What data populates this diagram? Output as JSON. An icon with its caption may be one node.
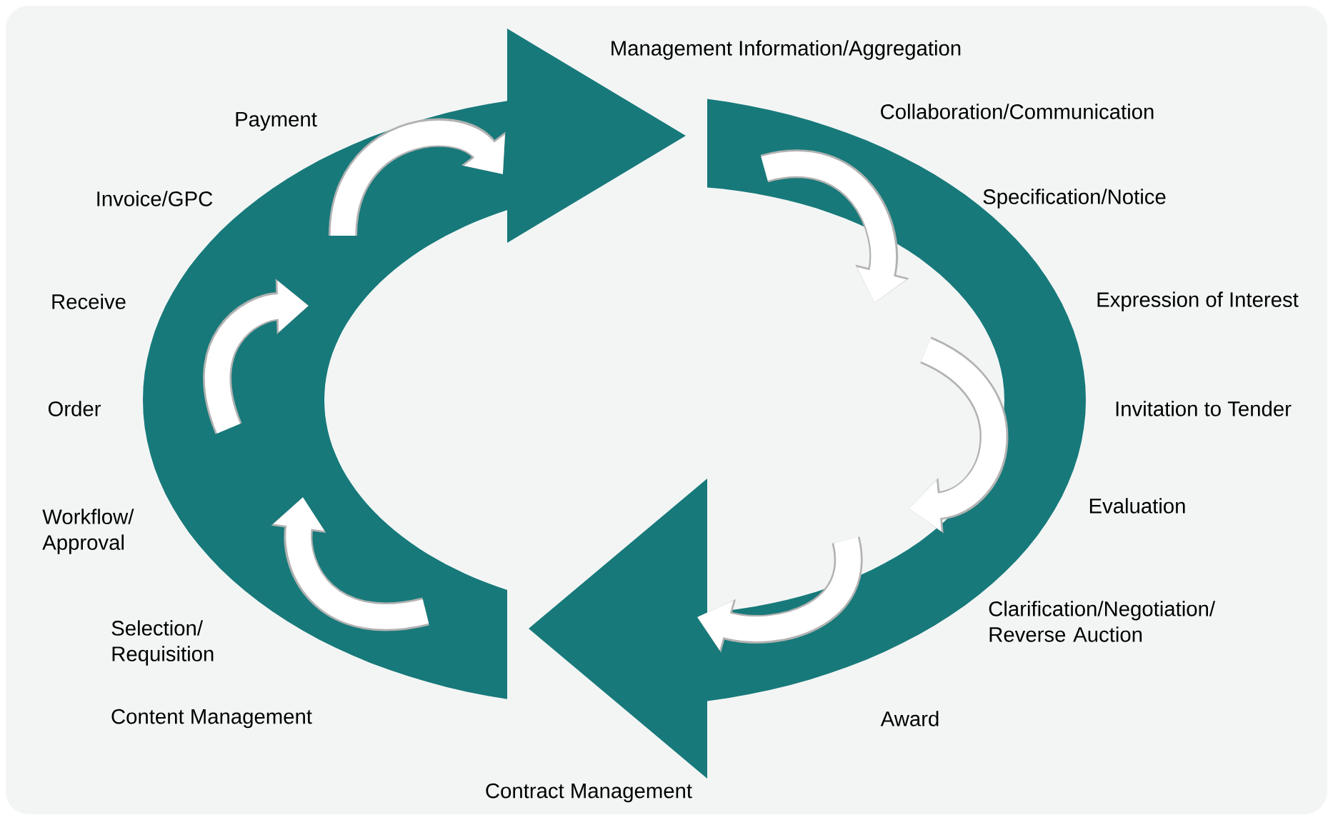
{
  "diagram": {
    "labels": [
      "Management Information/Aggregation",
      "Payment",
      "Collaboration/Communication",
      "Invoice/GPC",
      "Specification/Notice",
      "Receive",
      "Expression of Interest",
      "Order",
      "Invitation to Tender",
      "Evaluation",
      "Workflow/ Approval",
      "Clarification/Negotiation/ Reverse Auction",
      "Selection/ Requisition",
      "Content Management",
      "Award",
      "Contract Management"
    ]
  }
}
